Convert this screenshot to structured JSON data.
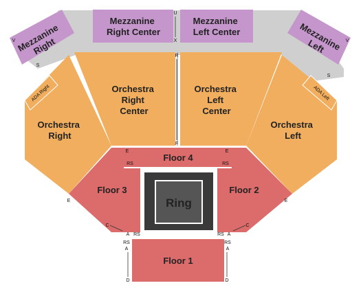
{
  "colors": {
    "mezzanine": "#c596cc",
    "orchestra": "#f0ae5e",
    "floor": "#dc6b6b",
    "ring_outer": "#3a3a3a",
    "ring_inner": "#555555",
    "gray": "#cfcfcf"
  },
  "sections": {
    "mezz_right": [
      "Mezzanine",
      "Right"
    ],
    "mezz_right_center": [
      "Mezzanine",
      "Right Center"
    ],
    "mezz_left_center": [
      "Mezzanine",
      "Left Center"
    ],
    "mezz_left": [
      "Mezzanine",
      "Left"
    ],
    "ada_right": "ADA Right",
    "ada_left": "ADA Left",
    "orch_right": [
      "Orchestra",
      "Right"
    ],
    "orch_right_center": [
      "Orchestra",
      "Right",
      "Center"
    ],
    "orch_left_center": [
      "Orchestra",
      "Left",
      "Center"
    ],
    "orch_left": [
      "Orchestra",
      "Left"
    ],
    "floor4": "Floor 4",
    "floor3": "Floor 3",
    "floor2": "Floor 2",
    "floor1": "Floor 1",
    "ring": "Ring"
  },
  "markers": {
    "u": "U",
    "x": "X",
    "r": "R",
    "f": "F",
    "v": "V",
    "s": "S",
    "e": "E",
    "rs": "RS",
    "c": "C",
    "a": "A",
    "d": "D"
  }
}
